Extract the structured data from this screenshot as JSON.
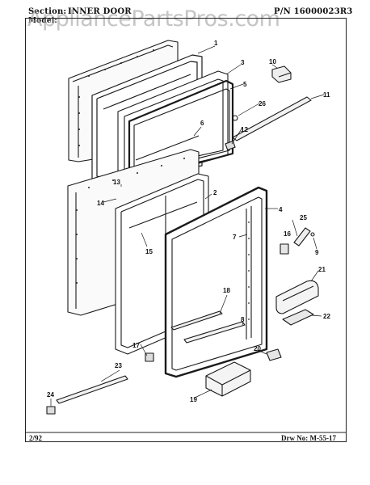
{
  "header": {
    "section_label": "Section:",
    "section_value": "INNER DOOR",
    "model_label": "Model:",
    "part_number": "P/N 16000023R3"
  },
  "watermark": "AppliancePartsPros.com",
  "footer": {
    "date": "2/92",
    "drawing_number": "Drw No: M-55-17"
  },
  "callouts": [
    "1",
    "2",
    "3",
    "4",
    "5",
    "6",
    "7",
    "8",
    "9",
    "10",
    "11",
    "12",
    "13",
    "14",
    "15",
    "16",
    "17",
    "18",
    "19",
    "20",
    "21",
    "22",
    "23",
    "24",
    "25",
    "26"
  ]
}
